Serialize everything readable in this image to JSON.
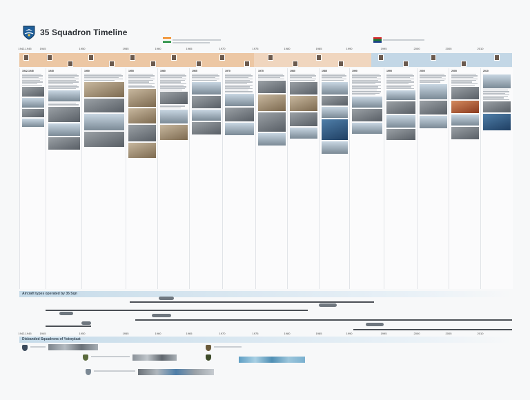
{
  "header": {
    "title": "35 Squadron Timeline",
    "crest_icon": "squadron-crest-icon"
  },
  "timeline": {
    "years": [
      "1942-1945",
      "1945",
      "1950",
      "1955",
      "1960",
      "1965",
      "1970",
      "1975",
      "1980",
      "1985",
      "1990",
      "1995",
      "2000",
      "2005",
      "2010"
    ],
    "band_colors": {
      "early": "#e8c3a0",
      "mid": "#f0d4bb",
      "late": "#bdd3e3"
    }
  },
  "columns": [
    {
      "heading": "1942-1945"
    },
    {
      "heading": "1945"
    },
    {
      "heading": "1950"
    },
    {
      "heading": "1955"
    },
    {
      "heading": "1960"
    },
    {
      "heading": "1965"
    },
    {
      "heading": "1970"
    },
    {
      "heading": "1975"
    },
    {
      "heading": "1980"
    },
    {
      "heading": "1985"
    },
    {
      "heading": "1990"
    },
    {
      "heading": "1995"
    },
    {
      "heading": "2000"
    },
    {
      "heading": "2005"
    },
    {
      "heading": "2010"
    }
  ],
  "aircraft_section": {
    "label": "Aircraft types operated by 35 Sqn"
  },
  "squadrons_section": {
    "label": "Disbanded Squadrons of Ysterplaat"
  },
  "colors": {
    "accent": "#2f6fa8",
    "divider": "#e1e4e8"
  }
}
